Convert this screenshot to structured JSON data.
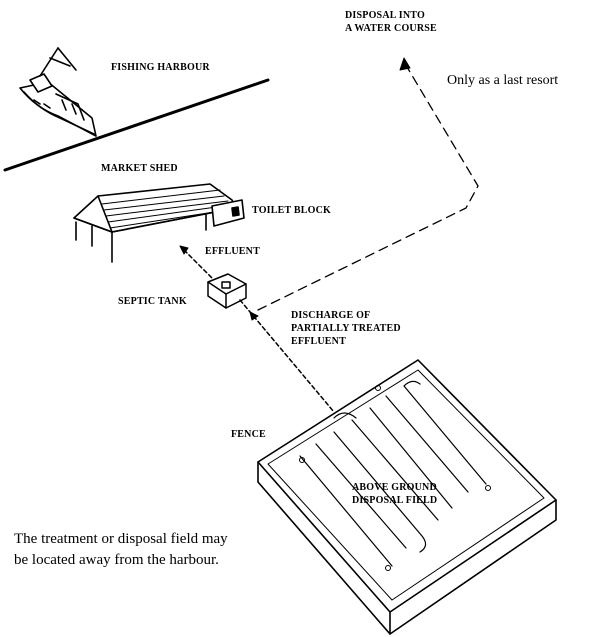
{
  "labels": {
    "fishing_harbour": "FISHING HARBOUR",
    "disposal_water_line1": "DISPOSAL INTO",
    "disposal_water_line2": "A WATER COURSE",
    "last_resort": "Only as a last resort",
    "market_shed": "MARKET SHED",
    "toilet_block": "TOILET BLOCK",
    "effluent": "EFFLUENT",
    "septic_tank": "SEPTIC TANK",
    "discharge_line1": "DISCHARGE OF",
    "discharge_line2": "PARTIALLY TREATED",
    "discharge_line3": "EFFLUENT",
    "fence": "FENCE",
    "above_ground_line1": "ABOVE GROUND",
    "above_ground_line2": "DISPOSAL FIELD"
  },
  "footnote": {
    "line1": "The treatment or disposal field may",
    "line2": "be located away from the harbour."
  }
}
